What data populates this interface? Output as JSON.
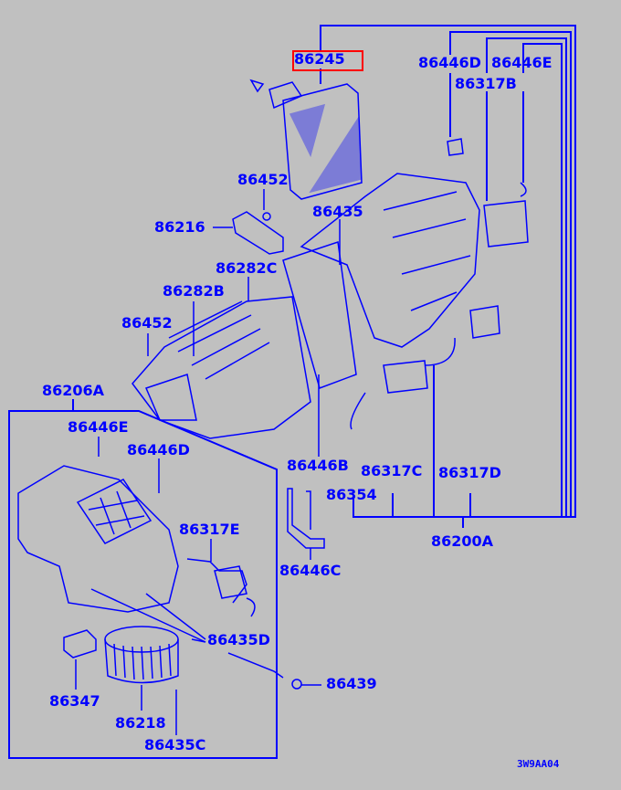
{
  "diagram": {
    "title": "Heater / Blower Unit Parts Diagram",
    "line_color": "#0000ff",
    "highlight_color": "#ff0000",
    "background": "#c0c0c0",
    "highlighted_part": "86245",
    "drawing_code": "3W9AA04",
    "parts": [
      {
        "id": "p86245",
        "label": "86245"
      },
      {
        "id": "p86446D_top",
        "label": "86446D"
      },
      {
        "id": "p86446E_top",
        "label": "86446E"
      },
      {
        "id": "p86317B",
        "label": "86317B"
      },
      {
        "id": "p86452_top",
        "label": "86452"
      },
      {
        "id": "p86216",
        "label": "86216"
      },
      {
        "id": "p86435",
        "label": "86435"
      },
      {
        "id": "p86282C",
        "label": "86282C"
      },
      {
        "id": "p86282B",
        "label": "86282B"
      },
      {
        "id": "p86452_left",
        "label": "86452"
      },
      {
        "id": "p86206A",
        "label": "86206A"
      },
      {
        "id": "p86446E_left",
        "label": "86446E"
      },
      {
        "id": "p86446D_left",
        "label": "86446D"
      },
      {
        "id": "p86446B",
        "label": "86446B"
      },
      {
        "id": "p86317C",
        "label": "86317C"
      },
      {
        "id": "p86317D",
        "label": "86317D"
      },
      {
        "id": "p86354",
        "label": "86354"
      },
      {
        "id": "p86200A",
        "label": "86200A"
      },
      {
        "id": "p86446C",
        "label": "86446C"
      },
      {
        "id": "p86317E",
        "label": "86317E"
      },
      {
        "id": "p86435D",
        "label": "86435D"
      },
      {
        "id": "p86439",
        "label": "86439"
      },
      {
        "id": "p86347",
        "label": "86347"
      },
      {
        "id": "p86218",
        "label": "86218"
      },
      {
        "id": "p86435C",
        "label": "86435C"
      }
    ]
  }
}
